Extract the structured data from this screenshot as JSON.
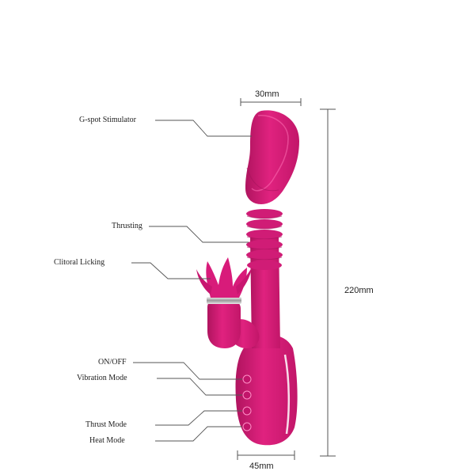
{
  "labels": {
    "gspot": "G-spot Stimulator",
    "thrusting": "Thrusting",
    "clitoral": "Clitoral Licking",
    "onoff": "ON/OFF",
    "vibration": "Vibration Mode",
    "thrust_mode": "Thrust Mode",
    "heat_mode": "Heat Mode"
  },
  "dimensions": {
    "top_width": "30mm",
    "length": "220mm",
    "base_width": "45mm"
  },
  "colors": {
    "product": "#d81b7a",
    "product_dark": "#a8125c",
    "product_light": "#ee4a9c",
    "line": "#555555",
    "ring": "#c9c9c9"
  }
}
